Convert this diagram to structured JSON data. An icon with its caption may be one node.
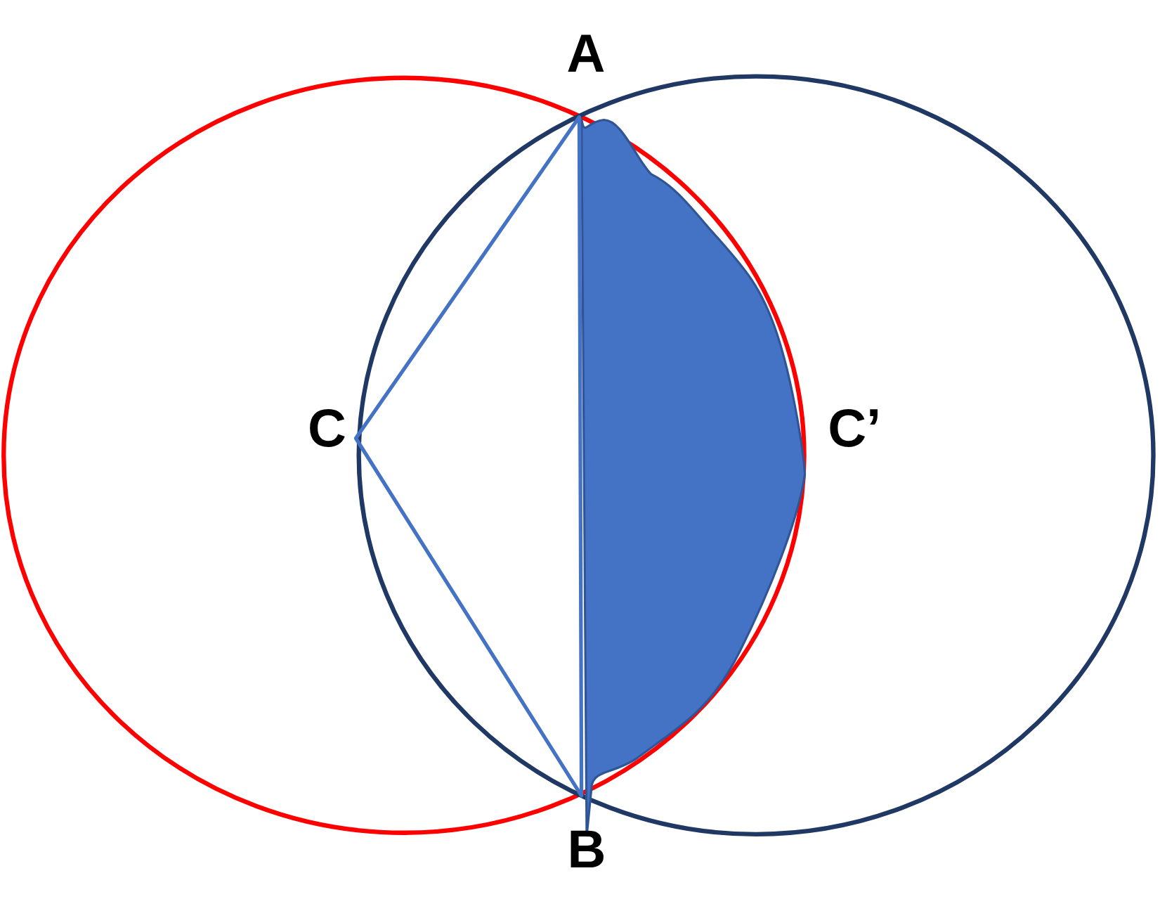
{
  "diagram": {
    "labels": [
      "A",
      "C",
      "C’",
      "B"
    ]
  }
}
